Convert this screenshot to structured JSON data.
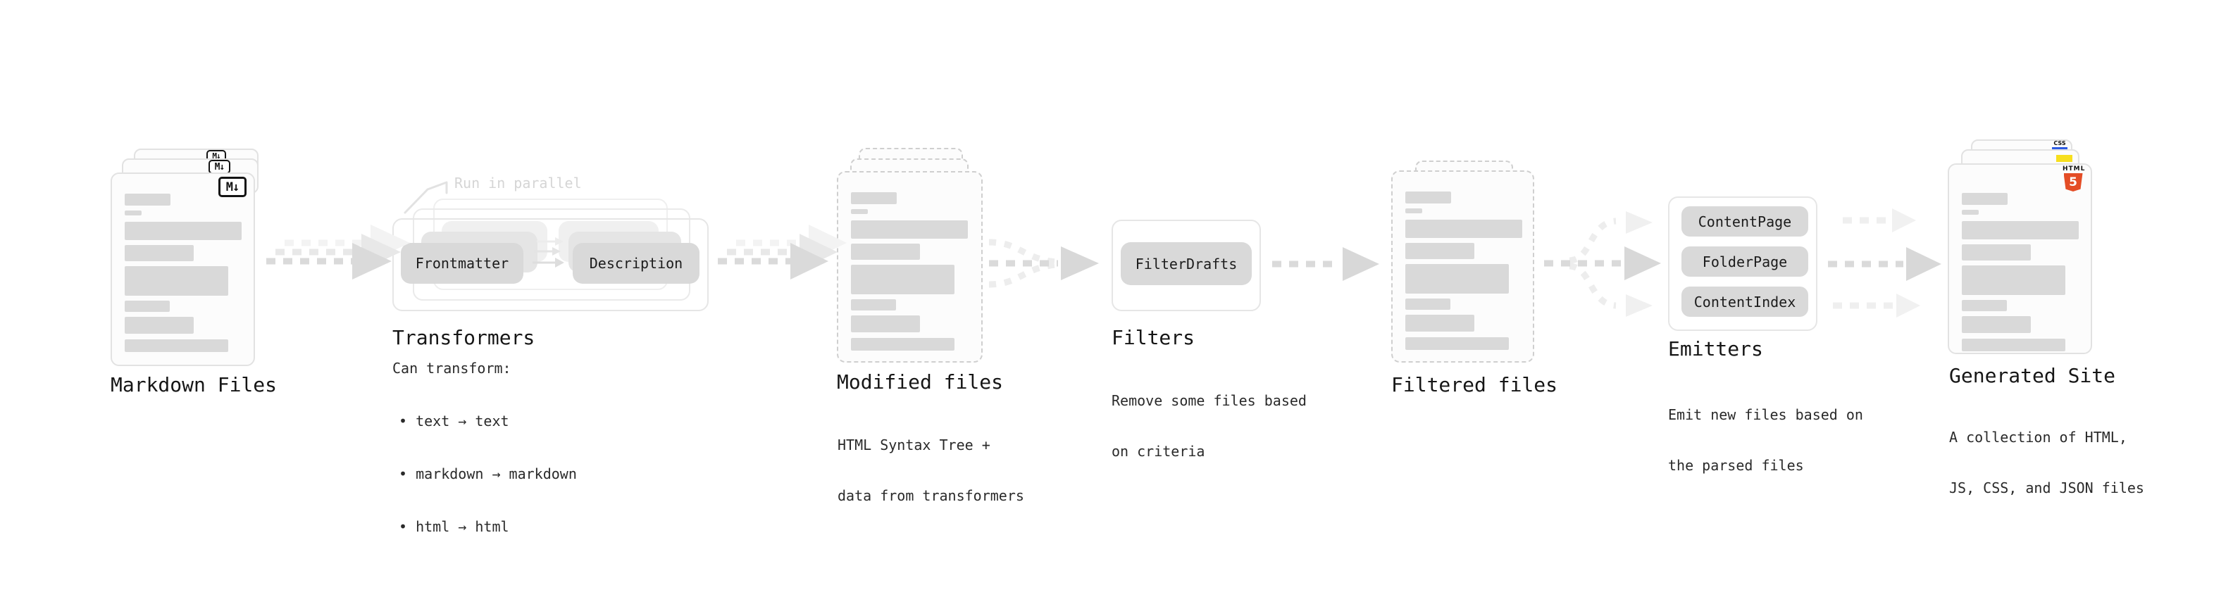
{
  "stages": {
    "markdown": {
      "label": "Markdown Files"
    },
    "transformers": {
      "annotation": "Run in parallel",
      "pills": {
        "frontmatter": "Frontmatter",
        "description": "Description"
      },
      "title": "Transformers",
      "desc": "Can transform:",
      "bullets": {
        "b0": "• text → text",
        "b1": "• markdown → markdown",
        "b2": "• html → html"
      }
    },
    "modified": {
      "title": "Modified files",
      "desc1": "HTML Syntax Tree +",
      "desc2": "data from transformers"
    },
    "filters": {
      "pill": "FilterDrafts",
      "title": "Filters",
      "desc1": "Remove some files based",
      "desc2": "on criteria"
    },
    "filtered": {
      "label": "Filtered files"
    },
    "emitters": {
      "pills": {
        "p0": "ContentPage",
        "p1": "FolderPage",
        "p2": "ContentIndex"
      },
      "title": "Emitters",
      "desc1": "Emit new files based on",
      "desc2": "the parsed files"
    },
    "site": {
      "title": "Generated Site",
      "desc1": "A collection of HTML,",
      "desc2": "JS, CSS, and JSON files"
    }
  },
  "icons": {
    "markdown": "M↓",
    "html5_text": "HTML",
    "html5_number": "5",
    "css": "CSS"
  },
  "colors": {
    "html5_orange": "#e44d26",
    "js_yellow": "#f7df1e",
    "css_blue": "#2d5be3"
  }
}
